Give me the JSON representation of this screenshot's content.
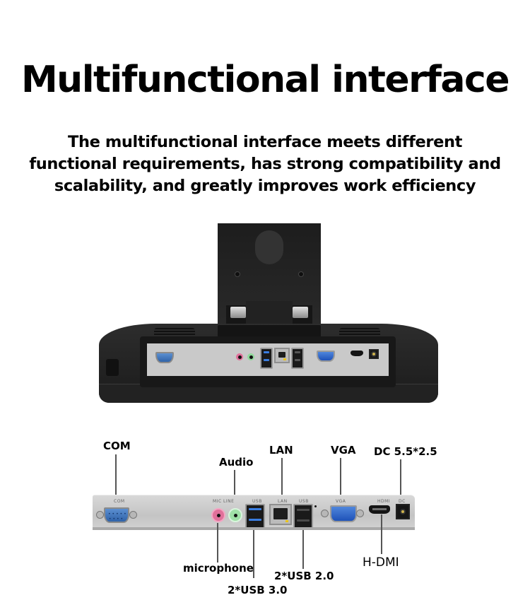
{
  "header": {
    "title": "Multifunctional interface",
    "subtitle_lines": [
      "The multifunctional interface meets different",
      "functional requirements, has strong compatibility and",
      "scalability, and greatly improves work efficiency"
    ]
  },
  "photo": {
    "description": "Rear view of POS terminal base with I/O panel",
    "ports_mini": [
      "COM",
      "Audio in/out",
      "2*USB 3.0",
      "LAN",
      "2*USB 2.0",
      "VGA",
      "HDMI",
      "DC"
    ]
  },
  "diagram": {
    "labels_top": [
      {
        "id": "com",
        "text": "COM"
      },
      {
        "id": "audio",
        "text": "Audio"
      },
      {
        "id": "lan",
        "text": "LAN"
      },
      {
        "id": "vga",
        "text": "VGA"
      },
      {
        "id": "dc",
        "text": "DC 5.5*2.5"
      }
    ],
    "labels_bottom": [
      {
        "id": "microphone",
        "text": "microphone"
      },
      {
        "id": "usb3",
        "text": "2*USB 3.0"
      },
      {
        "id": "usb2",
        "text": "2*USB 2.0"
      },
      {
        "id": "hdmi",
        "text": "H-DMI"
      }
    ],
    "silkscreen": {
      "com": "COM",
      "audio": "MIC  LINE",
      "usb3": "USB",
      "lan": "LAN",
      "usb2": "USB",
      "vga": "VGA",
      "hdmi": "HDMI",
      "dc": "DC"
    },
    "colors": {
      "com_blue": "#2f62a8",
      "vga_blue": "#1f52b8",
      "usb3_blue": "#3a7de0",
      "mic_pink": "#e0709a",
      "audio_green": "#8fd99a",
      "panel_gray": "#c9c9c9",
      "leader_line": "#555555"
    }
  }
}
